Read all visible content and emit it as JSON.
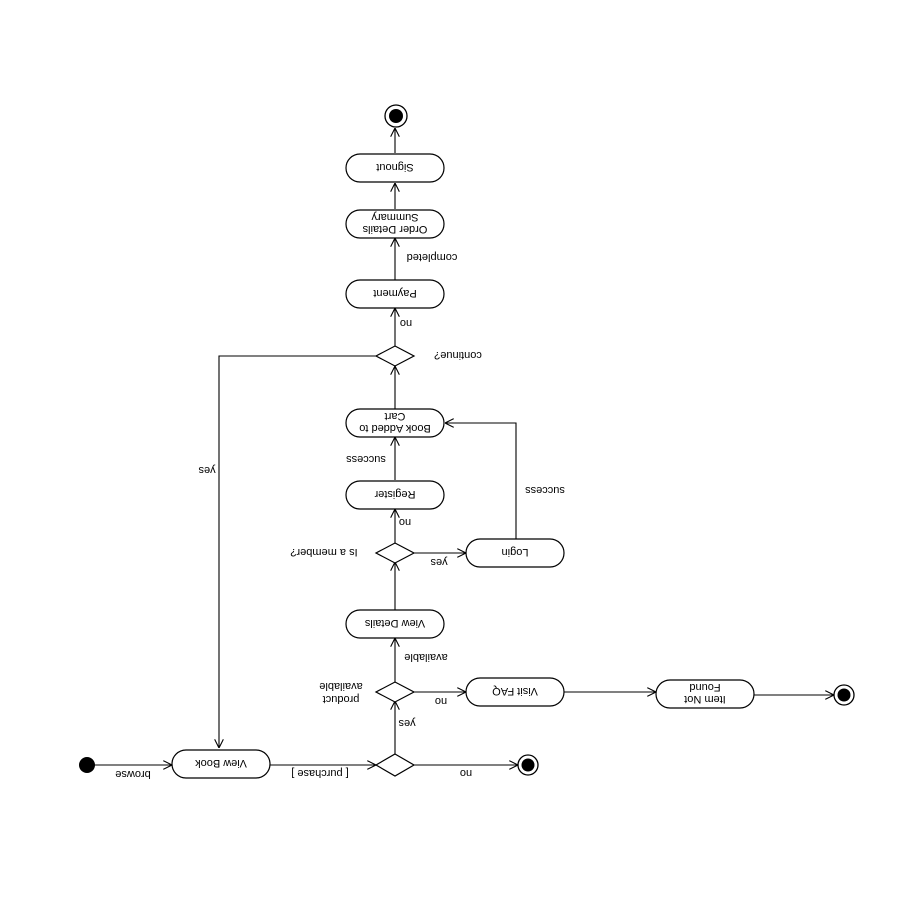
{
  "nodes": {
    "view_book": "View Book",
    "view_details": "View Details",
    "login": "Login",
    "register": "Register",
    "book_added_1": "Book Added to",
    "book_added_2": "Cart",
    "payment": "Payment",
    "order_details_1": "Order Details",
    "order_details_2": "Summary",
    "signout": "Signout",
    "visit_faq": "Visit FAQ",
    "item_not_1": "Item Not",
    "item_not_2": "Found"
  },
  "edges": {
    "browse": "browse",
    "purchase": "[ purchase ]",
    "purchase_no": "no",
    "purchase_yes": "yes",
    "product_available_1": "product",
    "product_available_2": "available",
    "available_no": "no",
    "available": "available",
    "is_member": "Is a member?",
    "member_yes": "yes",
    "member_no": "no",
    "register_success": "success",
    "login_success": "success",
    "continue": "continue?",
    "continue_yes": "yes",
    "continue_no": "no",
    "completed": "completed"
  }
}
